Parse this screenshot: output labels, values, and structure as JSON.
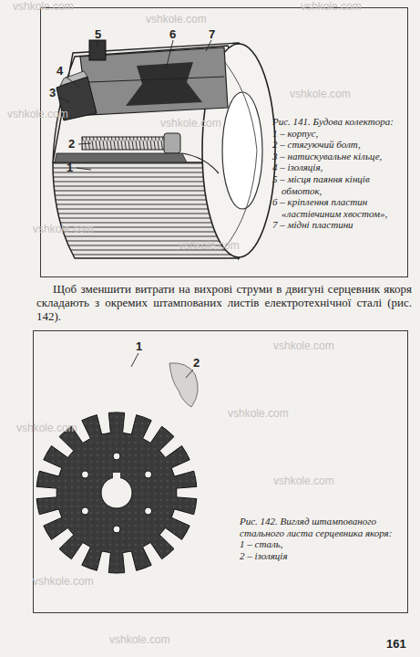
{
  "diagram": {
    "nodes": [
      {
        "text": [
          "Рис. 141. Будова колектора:",
          "1 – корпус,",
          "2 – стягуючий болт,",
          "3 – натискувальне кільце,",
          "4 – ізоляція,",
          "5 – місця паяння кінців обмоток,",
          "6 – кріплення пластин «ластівчиним хвостом»,",
          "7 – мідні пластини"
        ]
      },
      {
        "text": [
          "Рис. 142. Вигляд штампованого стального листа серцевника якоря:",
          "1 – сталь,",
          "2 – ізоляція"
        ]
      }
    ],
    "labels": [
      "5",
      "6",
      "7",
      "4",
      "3",
      "2",
      "1",
      "Щоб зменшити витрати на вихрові струми в двигуні серцевник якоря складають з окремих штампованих листів електротехнічної сталі (рис. 142).",
      "1",
      "2",
      "161",
      "vshkole.com",
      "vshkole.com",
      "vshkole.com",
      "vshkole.com",
      "vshkole.com",
      "vshkole.com",
      "vshkole.com",
      "vshkole.com",
      "vshkole.com",
      "vshkole.com",
      "vshkole.com",
      "vshkole.com",
      "vshkole.com",
      "vshkole.com"
    ]
  }
}
